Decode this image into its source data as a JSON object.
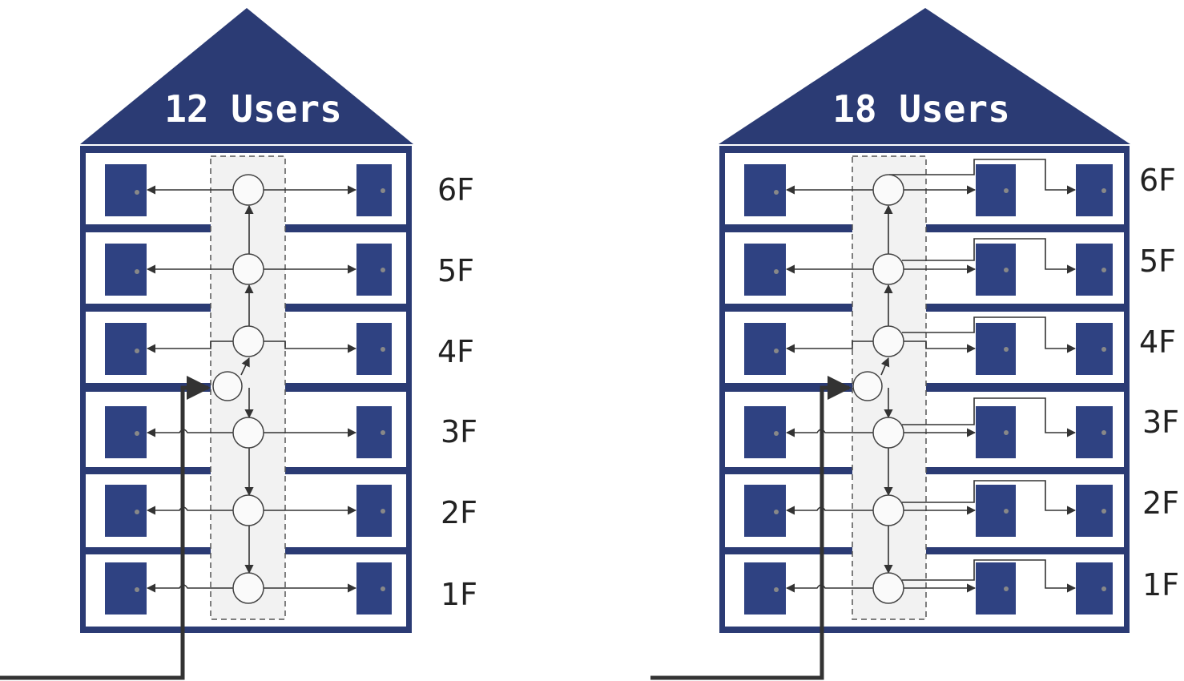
{
  "buildings": [
    {
      "title": "12 Users",
      "floors": [
        "6F",
        "5F",
        "4F",
        "3F",
        "2F",
        "1F"
      ],
      "users_per_floor": 2
    },
    {
      "title": "18 Users",
      "floors": [
        "6F",
        "5F",
        "4F",
        "3F",
        "2F",
        "1F"
      ],
      "users_per_floor": 3
    }
  ],
  "colors": {
    "building": "#2b3b74",
    "user_box": "#2f4282",
    "riser": "#f2f2f2",
    "line": "#333333"
  }
}
